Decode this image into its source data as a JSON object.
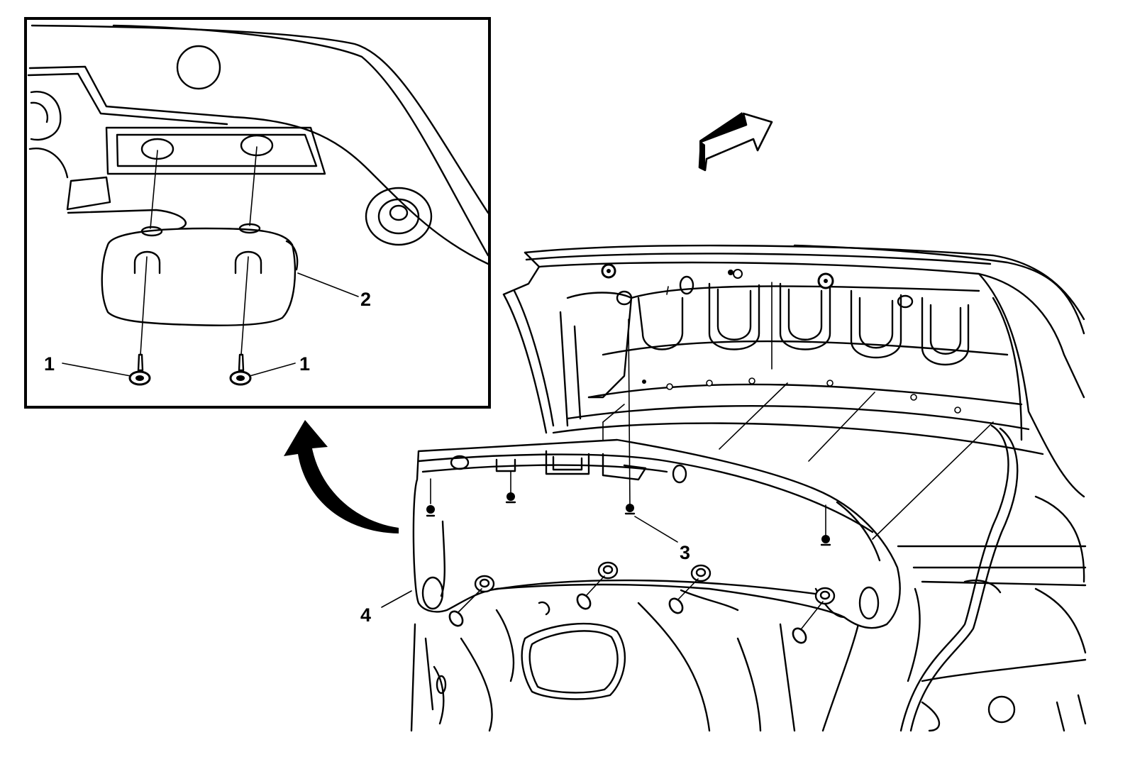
{
  "callouts": {
    "fastener_left": "1",
    "fastener_right": "1",
    "bracket": "2",
    "panel_fastener": "3",
    "panel": "4"
  },
  "icons": {
    "detail_arrow": "curved-arrow-icon",
    "direction_arrow": "direction-arrow-icon"
  },
  "colors": {
    "line": "#000000",
    "background": "#ffffff"
  }
}
